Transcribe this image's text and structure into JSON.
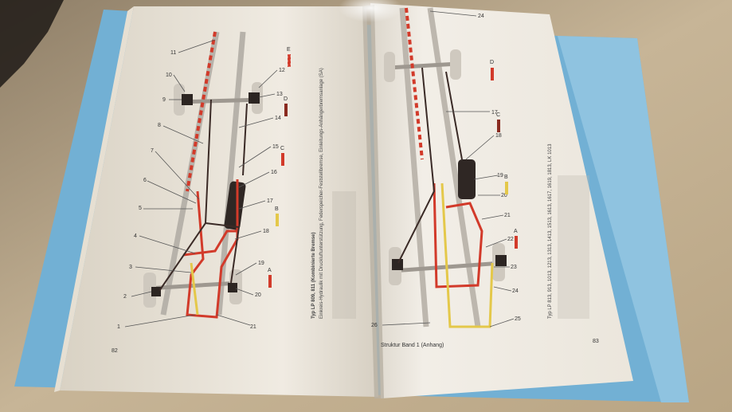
{
  "colors": {
    "table": "#c8b698",
    "folder": "#76b3d6",
    "paper_left": "#f1ece3",
    "paper_right": "#f3efe8",
    "line_red": "#d23a2a",
    "line_dark": "#3a2a26",
    "line_yellow": "#e4c84a"
  },
  "left_page": {
    "title": "Typ LP 809, 811 (Kombinierte Bremse)",
    "subtitle": "Einkreis-Hydraulik mit Druckluftunterstützung, Federspeicher-Feststellbremse, Einleitungs-Anhängerbremsanlage (SA)",
    "callouts": [
      "1",
      "2",
      "3",
      "4",
      "5",
      "6",
      "7",
      "8",
      "9",
      "10",
      "11",
      "12",
      "13",
      "14",
      "15",
      "16",
      "17",
      "18",
      "19",
      "20",
      "21"
    ],
    "legend_letters": [
      "E",
      "D",
      "C",
      "B",
      "A"
    ],
    "page_number": "82"
  },
  "right_page": {
    "callouts": [
      "24",
      "17",
      "18",
      "19",
      "20",
      "21",
      "22",
      "23",
      "24",
      "25",
      "26"
    ],
    "legend_letters": [
      "D",
      "C",
      "B",
      "A"
    ],
    "footer": "Struktur Band 1 (Anhang)",
    "page_number": "83",
    "type_label": "Typ LP 813, 913, 1013, 1213, 1313, 1413, 1513, 1613, 1617, 1619, 1813, LK 1013"
  }
}
